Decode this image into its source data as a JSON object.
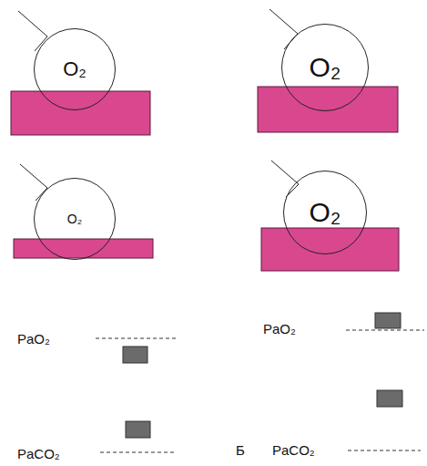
{
  "diagram": {
    "nodes": [
      {
        "text": [
          "O₂"
        ]
      },
      {
        "text": [
          "O₂"
        ]
      },
      {
        "text": [
          "O₂"
        ]
      },
      {
        "text": [
          "O₂"
        ]
      }
    ],
    "labels": [
      "PaO₂",
      "PaCO₂",
      "PaO₂",
      "Б",
      "PaCO₂"
    ]
  }
}
